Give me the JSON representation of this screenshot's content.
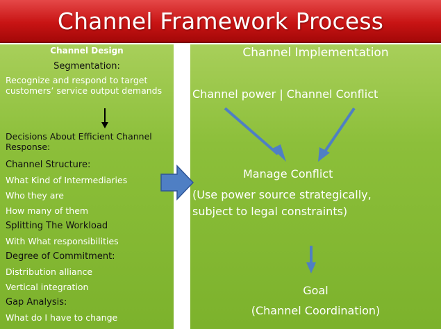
{
  "title": "Channel Framework Process",
  "left": {
    "heading": "Channel Design",
    "segmentation_label": "Segmentation:",
    "segmentation_text": "Recognize and respond to target customers’ service output demands",
    "decisions_text": "Decisions About Efficient Channel Response:",
    "structure_label": "Channel Structure:",
    "structure_items": [
      "What Kind of Intermediaries",
      "Who they are",
      "How many of them"
    ],
    "workload_label": "Splitting The Workload",
    "workload_items": [
      "With What responsibilities"
    ],
    "commitment_label": "Degree of Commitment:",
    "commitment_items": [
      "Distribution alliance",
      "Vertical integration"
    ],
    "gap_label": "Gap Analysis:",
    "gap_items": [
      "What do I have to change"
    ]
  },
  "right": {
    "heading": "Channel Implementation",
    "power_conflict": "Channel power | Channel Conflict",
    "manage": "Manage Conflict",
    "manage_note_1": "(Use power source strategically,",
    "manage_note_2": "subject to legal constraints)",
    "goal": "Goal",
    "goal_note": "(Channel Coordination)"
  },
  "colors": {
    "title_red": "#c81414",
    "panel_green": "#8cbf3a",
    "arrow_blue": "#4f7fc4"
  }
}
